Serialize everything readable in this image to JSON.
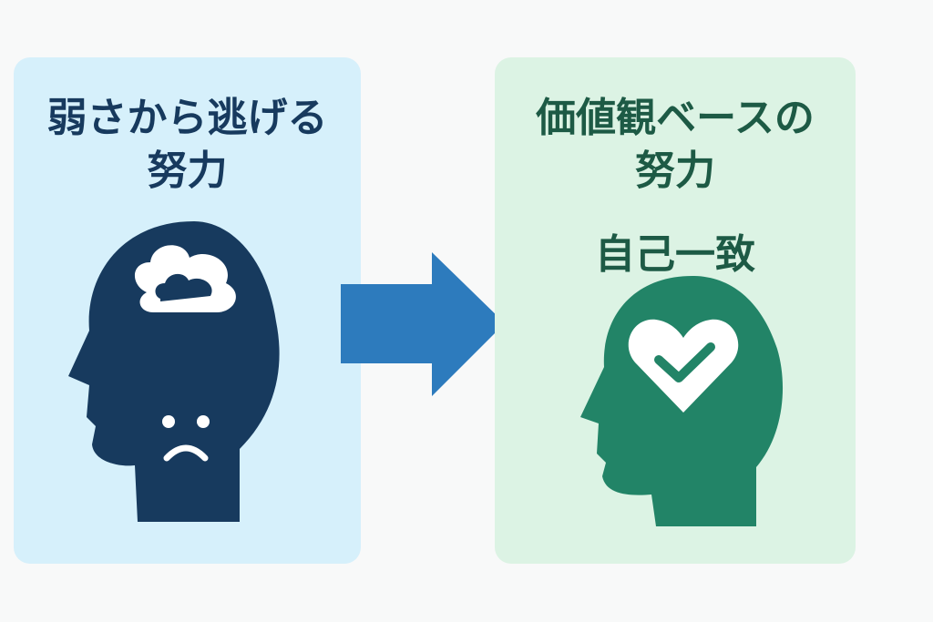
{
  "left": {
    "title_line1": "弱さから逃げる",
    "title_line2": "努力"
  },
  "right": {
    "title_line1": "価値観ベースの",
    "title_line2": "努力",
    "subtitle": "自己一致"
  },
  "colors": {
    "left_bg": "#d6f0fb",
    "right_bg": "#dcf3e4",
    "navy": "#173a5e",
    "green": "#228467",
    "arrow": "#2d7bbd"
  }
}
